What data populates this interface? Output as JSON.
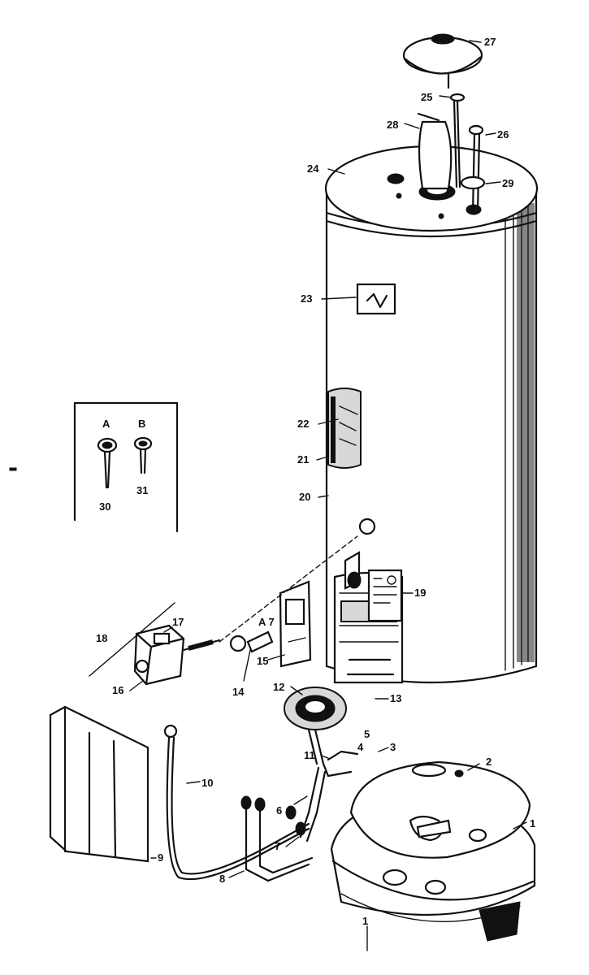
{
  "callouts": [
    {
      "id": "c27",
      "text": "27"
    },
    {
      "id": "c25",
      "text": "25"
    },
    {
      "id": "c28",
      "text": "28"
    },
    {
      "id": "c26",
      "text": "26"
    },
    {
      "id": "c24",
      "text": "24"
    },
    {
      "id": "c29",
      "text": "29"
    },
    {
      "id": "c23",
      "text": "23"
    },
    {
      "id": "c22",
      "text": "22"
    },
    {
      "id": "c21",
      "text": "21"
    },
    {
      "id": "c20",
      "text": "20"
    },
    {
      "id": "c19",
      "text": "19"
    },
    {
      "id": "c18",
      "text": "18"
    },
    {
      "id": "c17",
      "text": "17"
    },
    {
      "id": "c16",
      "text": "16"
    },
    {
      "id": "c15",
      "text": "15"
    },
    {
      "id": "c14",
      "text": "14"
    },
    {
      "id": "c13",
      "text": "13"
    },
    {
      "id": "c12",
      "text": "12"
    },
    {
      "id": "c11",
      "text": "11"
    },
    {
      "id": "c10",
      "text": "10"
    },
    {
      "id": "c9",
      "text": "9"
    },
    {
      "id": "c8",
      "text": "8"
    },
    {
      "id": "c7",
      "text": "7"
    },
    {
      "id": "c6",
      "text": "6"
    },
    {
      "id": "c5",
      "text": "5"
    },
    {
      "id": "c4",
      "text": "4"
    },
    {
      "id": "c3",
      "text": "3"
    },
    {
      "id": "c2",
      "text": "2"
    },
    {
      "id": "c1",
      "text": "1"
    },
    {
      "id": "c1b",
      "text": "1"
    },
    {
      "id": "cA7",
      "text": "A 7"
    },
    {
      "id": "cA",
      "text": "A"
    },
    {
      "id": "cB",
      "text": "B"
    },
    {
      "id": "c30",
      "text": "30"
    },
    {
      "id": "c31",
      "text": "31"
    }
  ]
}
